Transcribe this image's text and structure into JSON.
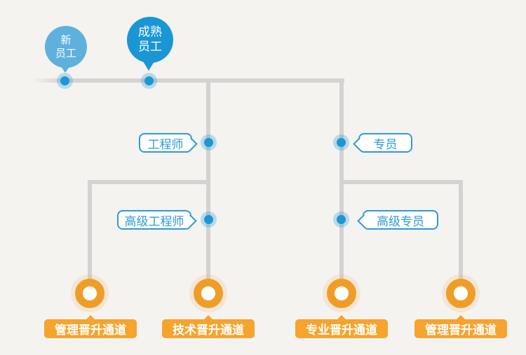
{
  "colors": {
    "background": "#f4f3f0",
    "connector_gray": "#d5d3d1",
    "blue_primary": "#1a96d4",
    "blue_light": "#5eb1dc",
    "role_label_blue": "#2d9ad8",
    "orange_ring": "#f09d28",
    "orange_label_bg": "#f6a42d"
  },
  "top_nodes": [
    {
      "label": "新员工",
      "line1": "新",
      "line2": "员工"
    },
    {
      "label": "成熟员工",
      "line1": "成熟",
      "line2": "员工"
    }
  ],
  "role_labels": [
    {
      "text": "工程师"
    },
    {
      "text": "专员"
    },
    {
      "text": "高级工程师"
    },
    {
      "text": "高级专员"
    }
  ],
  "channel_labels": [
    {
      "text": "管理晋升通道"
    },
    {
      "text": "技术晋升通道"
    },
    {
      "text": "专业晋升通道"
    },
    {
      "text": "管理晋升通道"
    }
  ]
}
